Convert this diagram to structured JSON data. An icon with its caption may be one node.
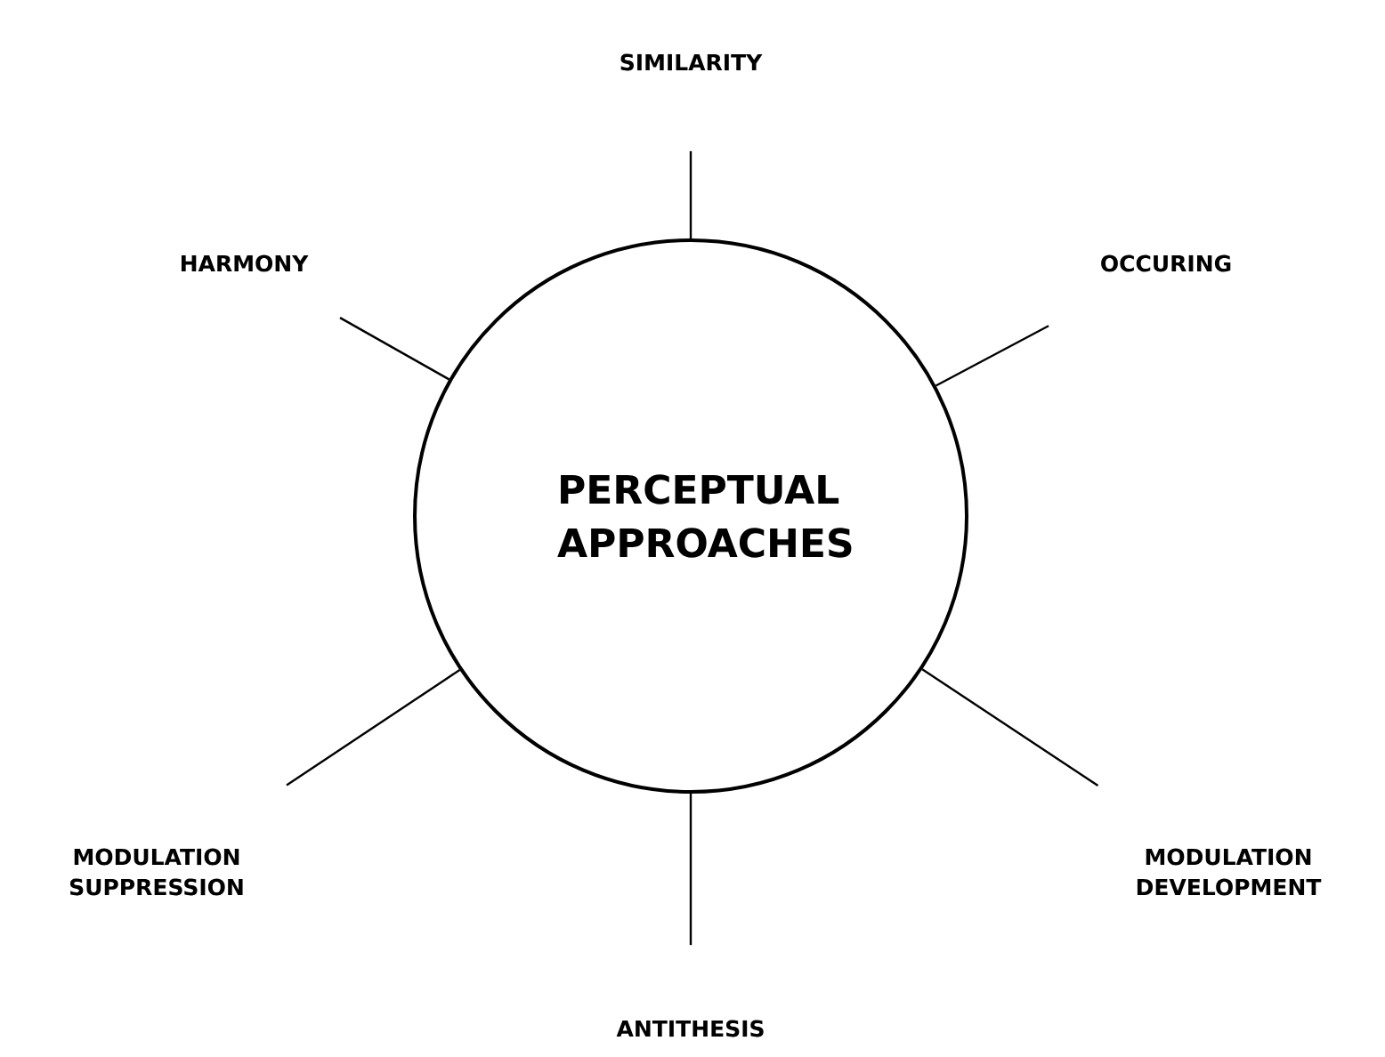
{
  "diagram": {
    "nodes": [
      {
        "text": [
          "PERCEPTUAL APPROACHES"
        ]
      },
      {
        "text": [
          "SIMILARITY"
        ]
      },
      {
        "text": [
          "OCCURING"
        ]
      },
      {
        "text": [
          "MODULATION DEVELOPMENT"
        ]
      },
      {
        "text": [
          "ANTITHESIS"
        ]
      },
      {
        "text": [
          "MODULATION SUPPRESSION"
        ]
      },
      {
        "text": [
          "HARMONY"
        ]
      }
    ],
    "edges": [
      {
        "from": 0,
        "to": 1,
        "arrow": "none"
      },
      {
        "from": 0,
        "to": 2,
        "arrow": "none"
      },
      {
        "from": 0,
        "to": 3,
        "arrow": "none"
      },
      {
        "from": 0,
        "to": 4,
        "arrow": "none"
      },
      {
        "from": 0,
        "to": 5,
        "arrow": "none"
      },
      {
        "from": 0,
        "to": 6,
        "arrow": "none"
      }
    ]
  }
}
